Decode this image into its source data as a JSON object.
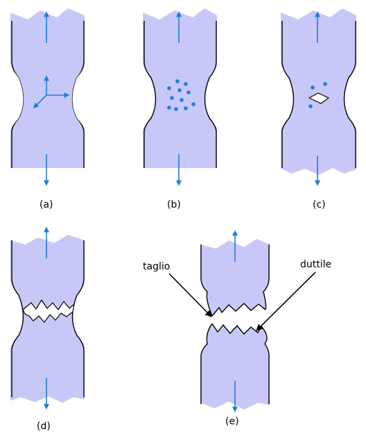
{
  "colors": {
    "specimen_fill": "#c8c8f8",
    "outline": "#000000",
    "arrow": "#1a7ee0",
    "void_fill": "#ffffff"
  },
  "panels": [
    {
      "id": "a",
      "caption": "(a)",
      "content": "stress-axes-icon"
    },
    {
      "id": "b",
      "caption": "(b)",
      "content": "void-nucleation-dots"
    },
    {
      "id": "c",
      "caption": "(c)",
      "content": "void-coalescence"
    },
    {
      "id": "d",
      "caption": "(d)",
      "content": "crack-propagation"
    },
    {
      "id": "e",
      "caption": "(e)",
      "content": "cup-and-cone-fracture"
    }
  ],
  "annotations": {
    "shear_label": "taglio",
    "ductile_label": "duttile"
  }
}
